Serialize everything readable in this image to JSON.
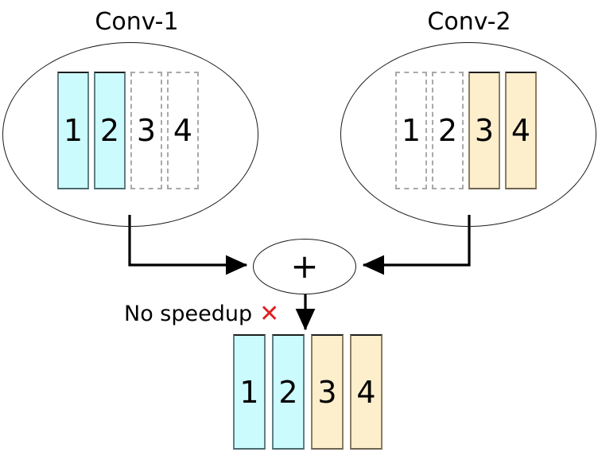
{
  "diagram": {
    "title_left": "Conv-1",
    "title_right": "Conv-2",
    "plus_symbol": "+",
    "note_text": "No speedup",
    "note_mark": "✕",
    "note_mark_color": "#e02020",
    "colors": {
      "cyan_fill": "#ccfbfd",
      "cyan_border": "#5f7f85",
      "tan_fill": "#fdeecc",
      "tan_border": "#8a7f62",
      "ghost_border": "#a9a9a9",
      "ellipse_stroke": "#1a1a1a",
      "arrow_stroke": "#000000",
      "background": "#ffffff"
    },
    "conv1": {
      "label": "Conv-1",
      "channels": [
        {
          "label": "1",
          "state": "active",
          "style": "solid-cyan"
        },
        {
          "label": "2",
          "state": "active",
          "style": "solid-cyan"
        },
        {
          "label": "3",
          "state": "pruned",
          "style": "ghost"
        },
        {
          "label": "4",
          "state": "pruned",
          "style": "ghost"
        }
      ]
    },
    "conv2": {
      "label": "Conv-2",
      "channels": [
        {
          "label": "1",
          "state": "pruned",
          "style": "ghost"
        },
        {
          "label": "2",
          "state": "pruned",
          "style": "ghost"
        },
        {
          "label": "3",
          "state": "active",
          "style": "solid-tan"
        },
        {
          "label": "4",
          "state": "active",
          "style": "solid-tan"
        }
      ]
    },
    "output": {
      "channels": [
        {
          "label": "1",
          "state": "active",
          "style": "solid-cyan"
        },
        {
          "label": "2",
          "state": "active",
          "style": "solid-cyan"
        },
        {
          "label": "3",
          "state": "active",
          "style": "solid-tan"
        },
        {
          "label": "4",
          "state": "active",
          "style": "solid-tan"
        }
      ]
    }
  }
}
